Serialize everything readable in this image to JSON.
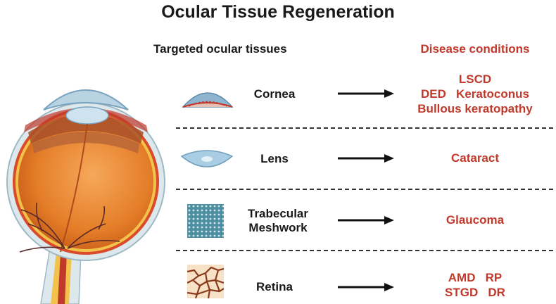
{
  "title": "Ocular Tissue Regeneration",
  "headers": {
    "left": "Targeted ocular tissues",
    "right": "Disease conditions"
  },
  "rows": [
    {
      "tissue": [
        "Cornea"
      ],
      "diseases": [
        "LSCD",
        "DED   Keratoconus",
        "Bullous keratopathy"
      ]
    },
    {
      "tissue": [
        "Lens"
      ],
      "diseases": [
        "Cataract"
      ]
    },
    {
      "tissue": [
        "Trabecular",
        "Meshwork"
      ],
      "diseases": [
        "Glaucoma"
      ]
    },
    {
      "tissue": [
        "Retina"
      ],
      "diseases": [
        "AMD   RP",
        "STGD   DR"
      ]
    }
  ],
  "colors": {
    "disease_text": "#c0392b",
    "sclera": "#dce8ec",
    "vitreous": "#e8822a",
    "cornea": "#8fb4cf",
    "meshwork": "#4d8fa0"
  }
}
